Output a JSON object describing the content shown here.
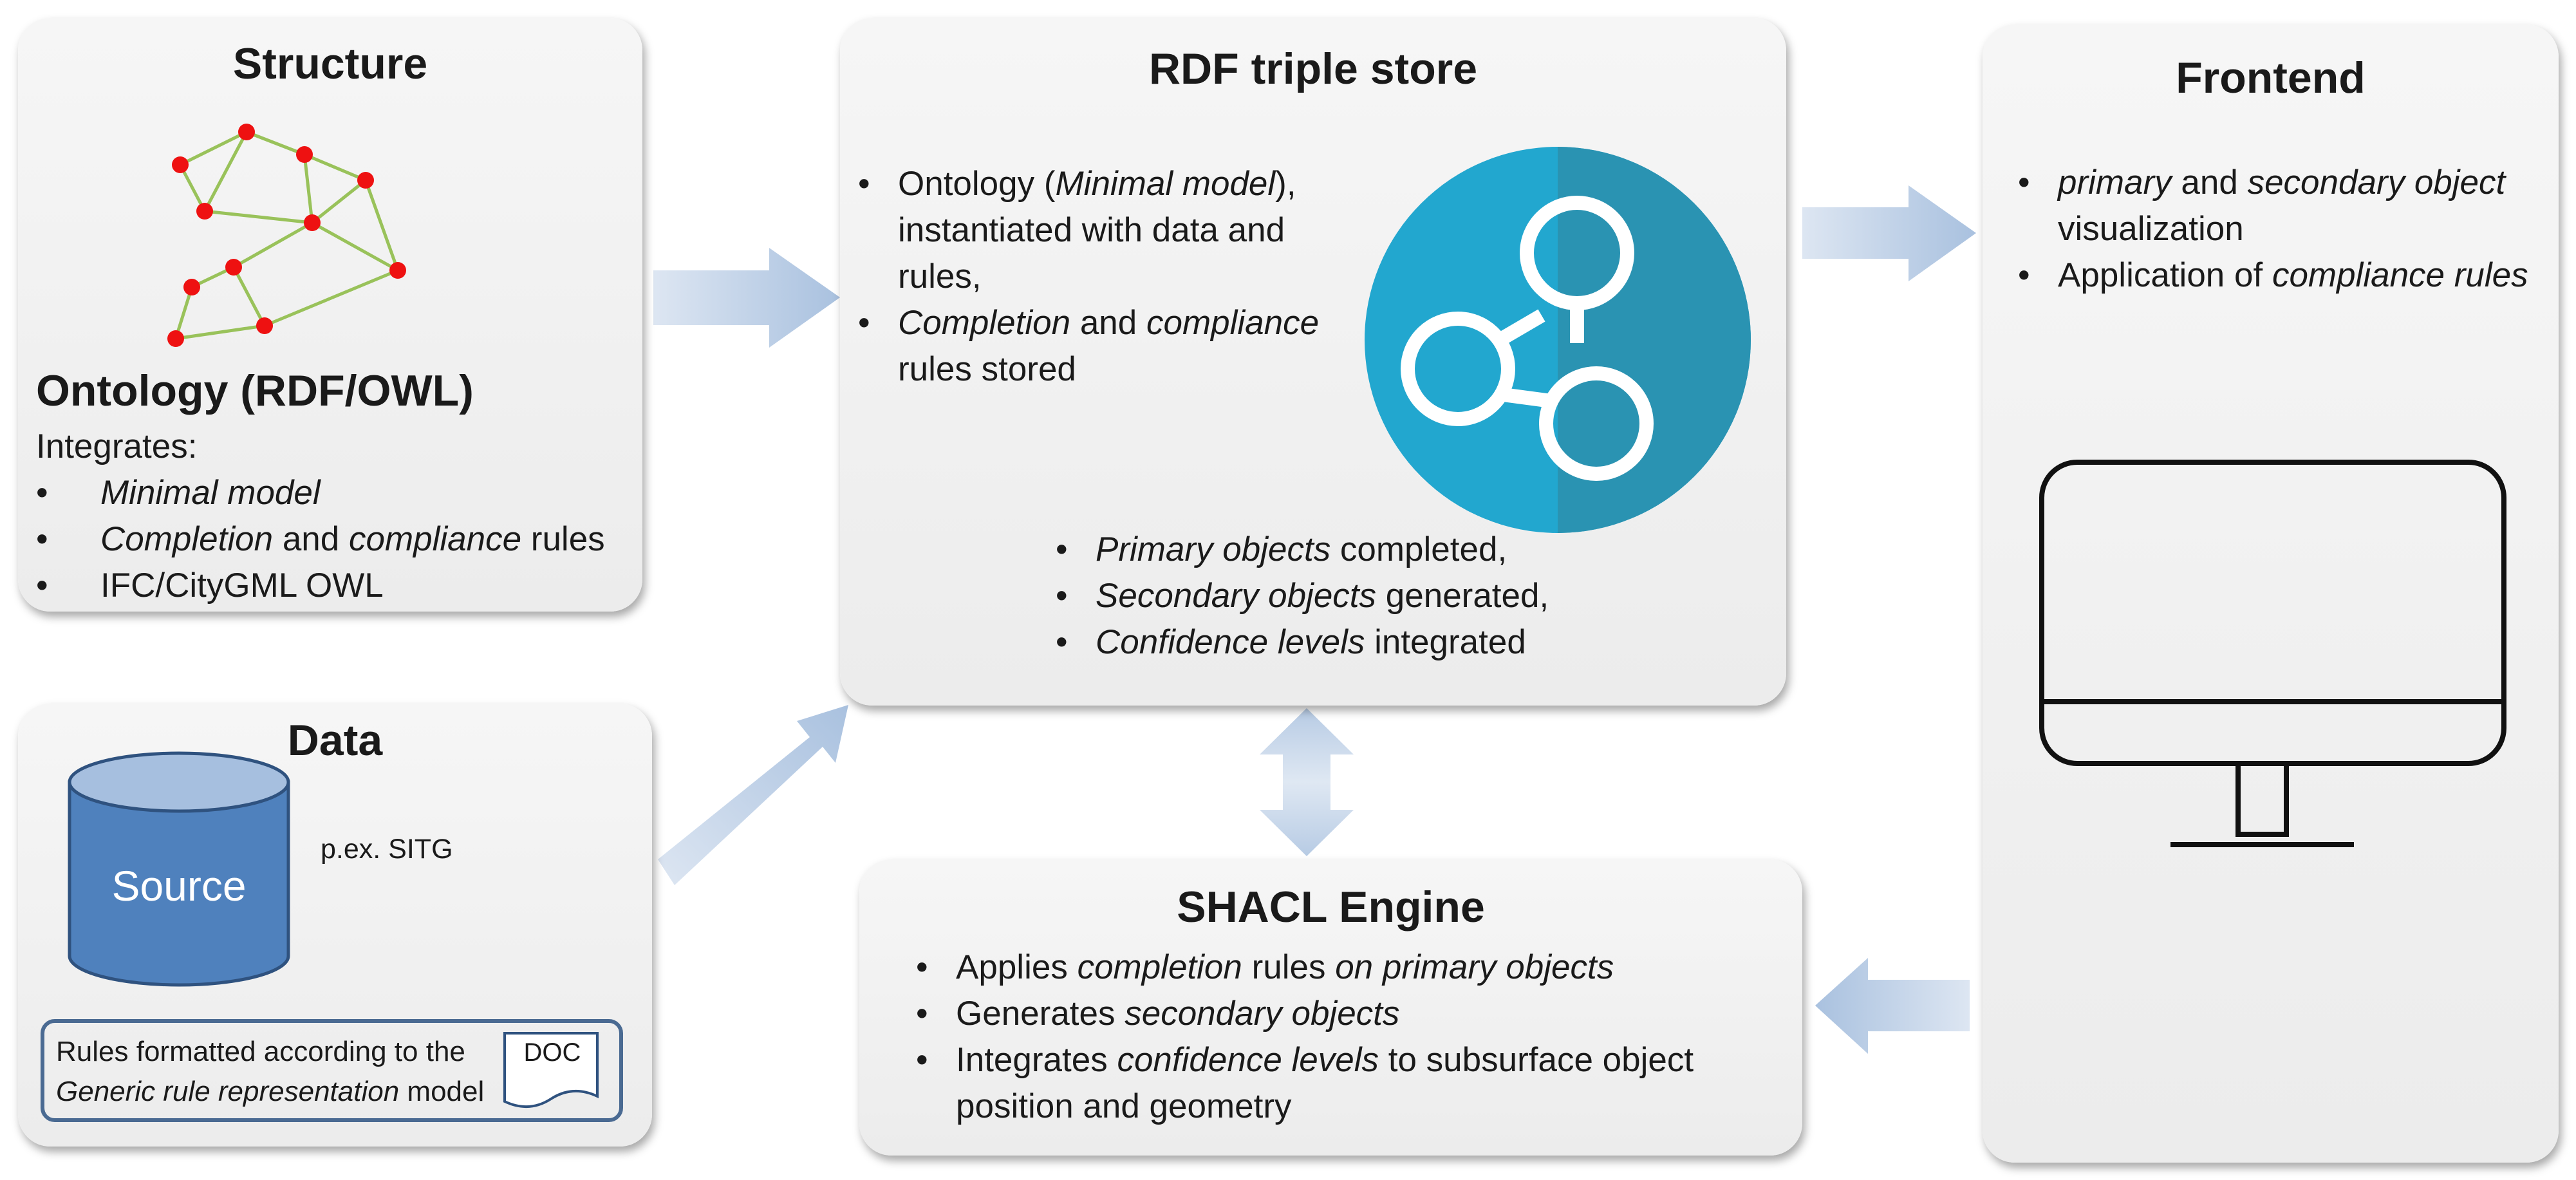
{
  "structure": {
    "title": "Structure",
    "subtitle": "Ontology (RDF/OWL)",
    "intro": "Integrates:",
    "items": [
      [
        {
          "t": "Minimal model",
          "i": true
        }
      ],
      [
        {
          "t": "Completion",
          "i": true
        },
        {
          "t": " and ",
          "i": false
        },
        {
          "t": "compliance",
          "i": true
        },
        {
          "t": " rules",
          "i": false
        }
      ],
      [
        {
          "t": "IFC/CityGML OWL",
          "i": false
        }
      ]
    ]
  },
  "rdf": {
    "title": "RDF triple store",
    "items": [
      [
        {
          "t": "Ontology (",
          "i": false
        },
        {
          "t": "Minimal model",
          "i": true
        },
        {
          "t": "), instantiated with data and rules,",
          "i": false
        }
      ],
      [
        {
          "t": "Completion",
          "i": true
        },
        {
          "t": " and ",
          "i": false
        },
        {
          "t": "compliance",
          "i": true
        },
        {
          "t": " rules stored",
          "i": false
        }
      ]
    ],
    "items2": [
      [
        {
          "t": "Primary objects",
          "i": true
        },
        {
          "t": " completed,",
          "i": false
        }
      ],
      [
        {
          "t": "Secondary objects",
          "i": true
        },
        {
          "t": " generated,",
          "i": false
        }
      ],
      [
        {
          "t": "Confidence levels",
          "i": true
        },
        {
          "t": " integrated",
          "i": false
        }
      ]
    ],
    "logo_colors": {
      "left": "#22a7cf",
      "right": "#2a93b2"
    }
  },
  "frontend": {
    "title": "Frontend",
    "items": [
      [
        {
          "t": "primary",
          "i": true
        },
        {
          "t": " and ",
          "i": false
        },
        {
          "t": "secondary object",
          "i": true
        },
        {
          "t": " visualization",
          "i": false
        }
      ],
      [
        {
          "t": "Application of ",
          "i": false
        },
        {
          "t": "compliance rules",
          "i": true
        }
      ]
    ]
  },
  "data": {
    "title": "Data",
    "source_label": "Source",
    "example": "p.ex. SITG",
    "rules_note": [
      {
        "t": "Rules formatted according to the ",
        "i": false
      },
      {
        "t": "Generic rule representation",
        "i": true
      },
      {
        "t": " model",
        "i": false
      }
    ],
    "doc_label": "DOC"
  },
  "shacl": {
    "title": "SHACL Engine",
    "items": [
      [
        {
          "t": "Applies ",
          "i": false
        },
        {
          "t": "completion",
          "i": true
        },
        {
          "t": " rules ",
          "i": false
        },
        {
          "t": "on primary objects",
          "i": true
        }
      ],
      [
        {
          "t": "Generates ",
          "i": false
        },
        {
          "t": "secondary objects",
          "i": true
        }
      ],
      [
        {
          "t": "Integrates ",
          "i": false
        },
        {
          "t": "confidence levels",
          "i": true
        },
        {
          "t": " to subsurface object position and geometry",
          "i": false
        }
      ]
    ]
  },
  "colors": {
    "node": "#ee1111",
    "edge": "#99c25a",
    "arrow": "#c5d5ea",
    "cylinder": "#4f81bd",
    "rule_border": "#4a6a92"
  }
}
